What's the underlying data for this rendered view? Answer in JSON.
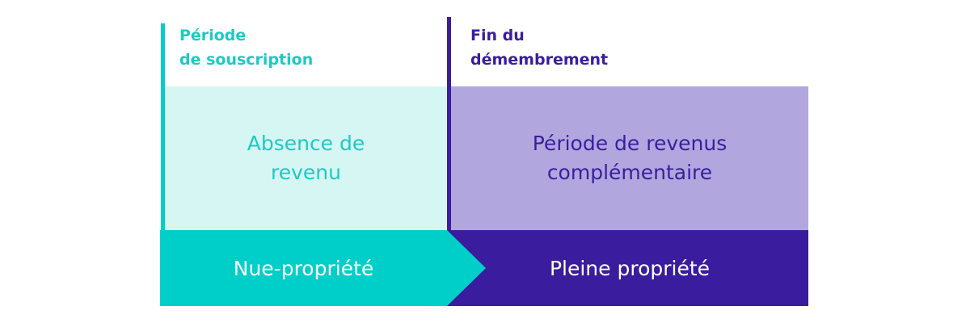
{
  "top_labels": {
    "left": {
      "line1": "Période",
      "line2": "de souscription"
    },
    "right": {
      "line1": "Fin du",
      "line2": "démembrement"
    }
  },
  "panels": {
    "left": {
      "line1": "Absence de",
      "line2": "revenu"
    },
    "right": {
      "line1": "Période de revenus",
      "line2": "complémentaire"
    }
  },
  "bands": {
    "left": "Nue-propriété",
    "right": "Pleine propriété"
  },
  "colors": {
    "teal": "#00cfc9",
    "teal_light": "#d6f6f4",
    "purple": "#3b1d9e",
    "purple_light": "#b1a7de"
  }
}
